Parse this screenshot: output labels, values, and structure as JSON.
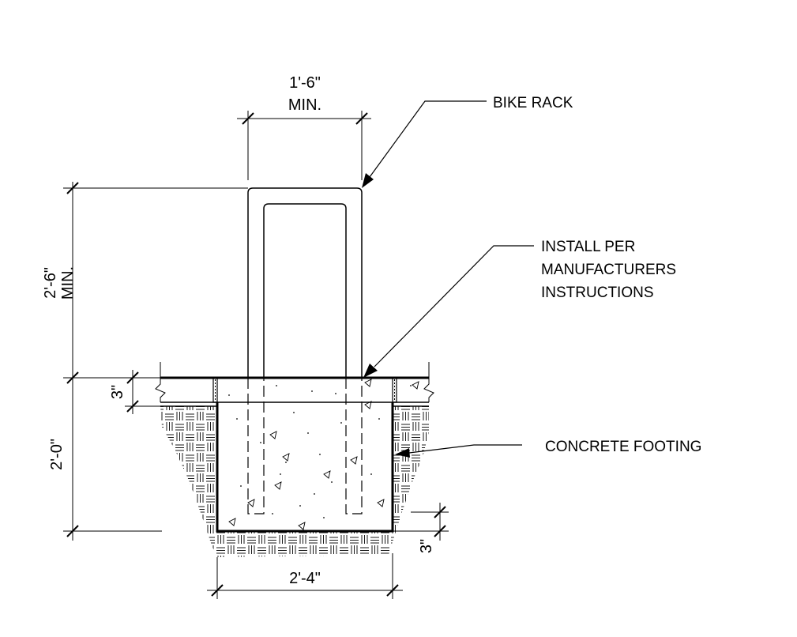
{
  "callouts": {
    "bike_rack": "BIKE RACK",
    "install_line1": "INSTALL PER",
    "install_line2": "MANUFACTURERS",
    "install_line3": "INSTRUCTIONS",
    "concrete_footing": "CONCRETE FOOTING"
  },
  "dimensions": {
    "rack_width_value": "1'-6\"",
    "rack_width_qualifier": "MIN.",
    "rack_height_value": "2'-6\"",
    "rack_height_qualifier": "MIN.",
    "slab_thickness": "3\"",
    "footing_depth": "2'-0\"",
    "bottom_clearance": "3\"",
    "footing_width": "2'-4\""
  },
  "colors": {
    "line": "#000000",
    "background": "#ffffff"
  }
}
